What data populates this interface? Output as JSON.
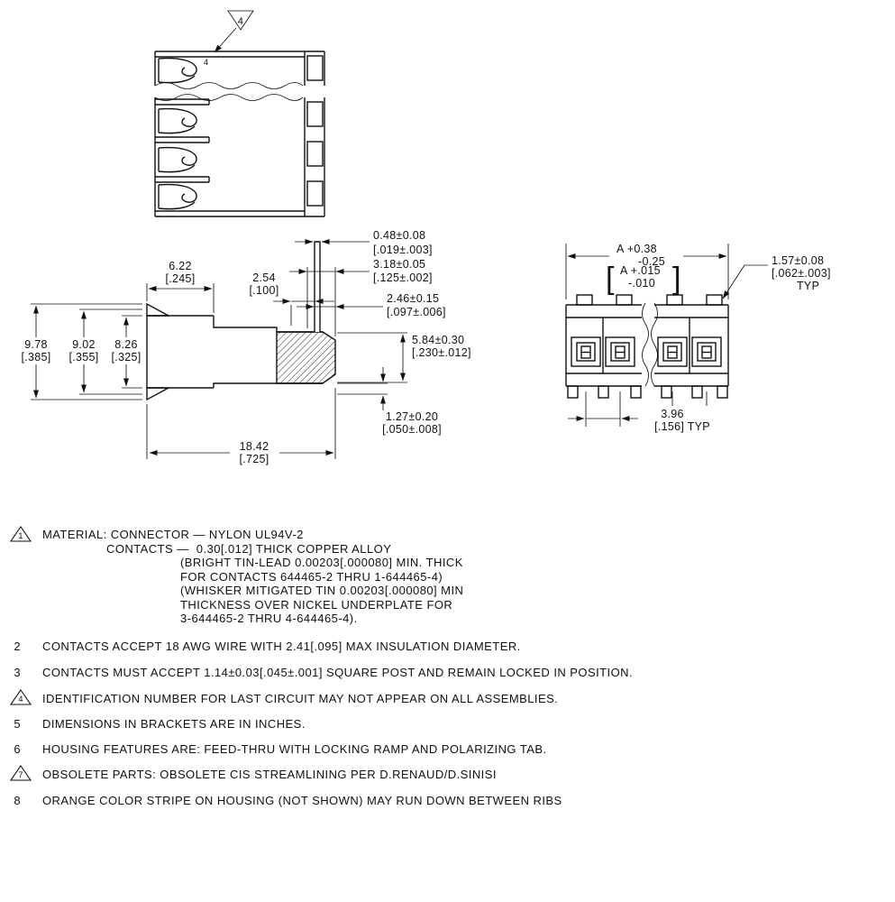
{
  "top_view": {
    "flag_number": "4",
    "circuit_id": "4"
  },
  "side_view": {
    "dim_6_22": {
      "mm": "6.22",
      "in": "[.245]"
    },
    "dim_2_54": {
      "mm": "2.54",
      "in": "[.100]"
    },
    "dim_0_48": {
      "mm": "0.48±0.08",
      "in": "[.019±.003]"
    },
    "dim_3_18": {
      "mm": "3.18±0.05",
      "in": "[.125±.002]"
    },
    "dim_2_46": {
      "mm": "2.46±0.15",
      "in": "[.097±.006]"
    },
    "dim_5_84": {
      "mm": "5.84±0.30",
      "in": "[.230±.012]"
    },
    "dim_9_78": {
      "mm": "9.78",
      "in": "[.385]"
    },
    "dim_9_02": {
      "mm": "9.02",
      "in": "[.355]"
    },
    "dim_8_26": {
      "mm": "8.26",
      "in": "[.325]"
    },
    "dim_1_27": {
      "mm": "1.27±0.20",
      "in": "[.050±.008]"
    },
    "dim_18_42": {
      "mm": "18.42",
      "in": "[.725]"
    }
  },
  "front_view": {
    "dim_a": {
      "mm_line1": "A +0.38",
      "mm_line2": "-0.25",
      "bracket_open": "[",
      "in_line1": "A +.015",
      "in_line2": "-.010",
      "bracket_close": "]"
    },
    "dim_1_57": {
      "mm": "1.57±0.08",
      "in": "[.062±.003]",
      "typ": "TYP"
    },
    "dim_3_96": {
      "mm": "3.96",
      "in_typ": "[.156] TYP"
    }
  },
  "notes": [
    {
      "num": "1",
      "flag": true,
      "lines": [
        "MATERIAL: CONNECTOR — NYLON UL94V-2",
        "CONTACTS —  0.30[.012] THICK COPPER ALLOY",
        "(BRIGHT TIN-LEAD 0.00203[.000080] MIN. THICK",
        "FOR CONTACTS 644465-2 THRU 1-644465-4)",
        "(WHISKER MITIGATED TIN 0.00203[.000080] MIN",
        "THICKNESS OVER NICKEL UNDERPLATE FOR",
        "3-644465-2 THRU 4-644465-4)."
      ]
    },
    {
      "num": "2",
      "flag": false,
      "lines": [
        "CONTACTS ACCEPT 18 AWG WIRE WITH 2.41[.095] MAX INSULATION DIAMETER."
      ]
    },
    {
      "num": "3",
      "flag": false,
      "lines": [
        "CONTACTS MUST ACCEPT 1.14±0.03[.045±.001] SQUARE POST AND REMAIN LOCKED IN POSITION."
      ]
    },
    {
      "num": "4",
      "flag": true,
      "lines": [
        "IDENTIFICATION NUMBER FOR LAST CIRCUIT MAY NOT APPEAR ON ALL ASSEMBLIES."
      ]
    },
    {
      "num": "5",
      "flag": false,
      "lines": [
        "DIMENSIONS IN BRACKETS ARE IN INCHES."
      ]
    },
    {
      "num": "6",
      "flag": false,
      "lines": [
        "HOUSING FEATURES ARE: FEED-THRU WITH LOCKING RAMP AND POLARIZING TAB."
      ]
    },
    {
      "num": "7",
      "flag": true,
      "lines": [
        "OBSOLETE PARTS: OBSOLETE CIS STREAMLINING PER D.RENAUD/D.SINISI"
      ]
    },
    {
      "num": "8",
      "flag": false,
      "lines": [
        "ORANGE COLOR STRIPE ON HOUSING (NOT SHOWN) MAY RUN DOWN BETWEEN RIBS"
      ]
    }
  ],
  "colors": {
    "line": "#111111",
    "background": "#ffffff"
  }
}
